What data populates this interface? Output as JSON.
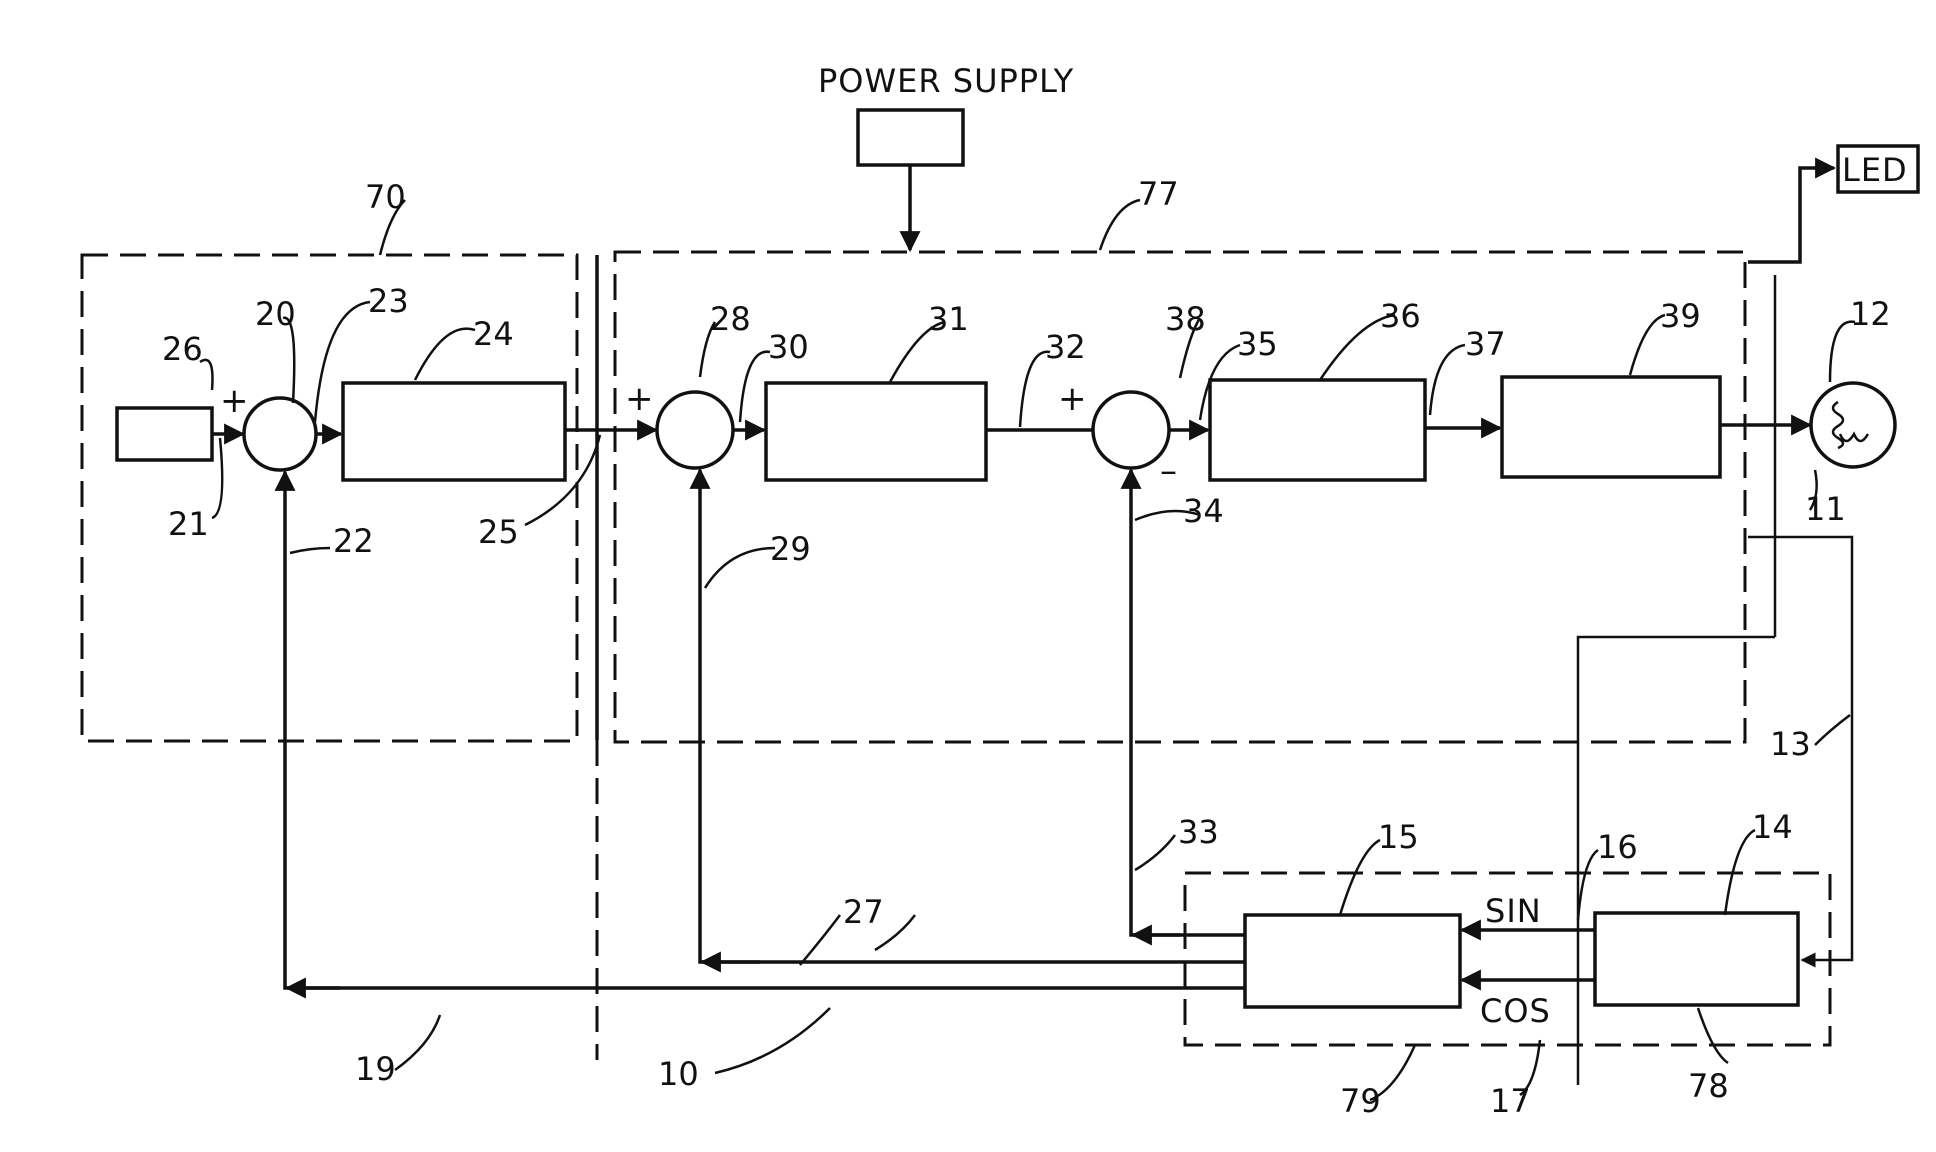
{
  "labels": {
    "power_supply": "POWER SUPPLY",
    "led": "LED",
    "sin": "SIN",
    "cos": "COS"
  },
  "signs": {
    "s21": "+",
    "s25": "+",
    "s32": "+",
    "s34": "–"
  },
  "refs": {
    "r10": "10",
    "r11": "11",
    "r12": "12",
    "r13": "13",
    "r14": "14",
    "r15": "15",
    "r16": "16",
    "r17": "17",
    "r19": "19",
    "r20": "20",
    "r21": "21",
    "r22": "22",
    "r23": "23",
    "r24": "24",
    "r25": "25",
    "r26": "26",
    "r27": "27",
    "r28": "28",
    "r29": "29",
    "r30": "30",
    "r31": "31",
    "r32": "32",
    "r33": "33",
    "r34": "34",
    "r35": "35",
    "r36": "36",
    "r37": "37",
    "r38": "38",
    "r39": "39",
    "r70": "70",
    "r77": "77",
    "r78": "78",
    "r79": "79"
  }
}
